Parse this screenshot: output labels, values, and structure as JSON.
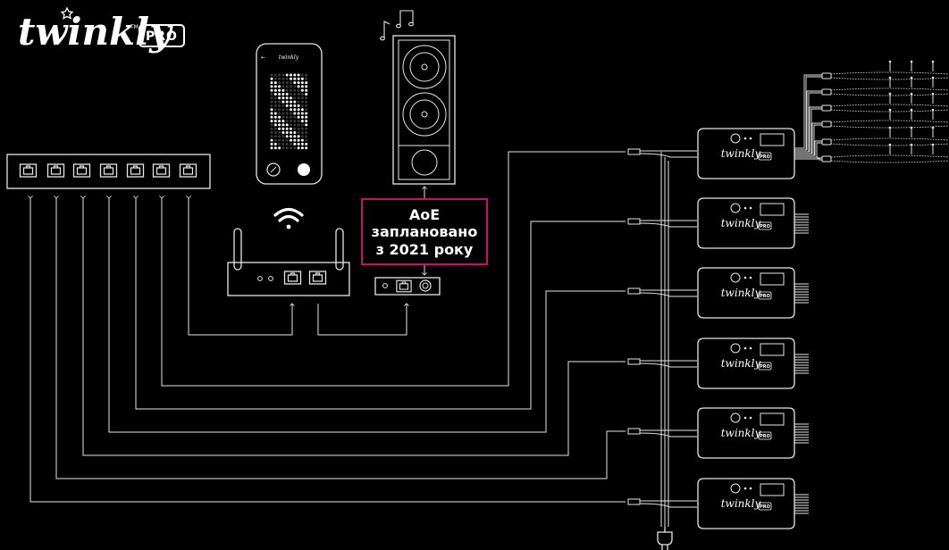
{
  "logo": {
    "word": "twinkly",
    "badge": "PRO",
    "tm": "TM"
  },
  "phone": {
    "app_title": "twinkly",
    "back_glyph": "←"
  },
  "note": {
    "line1": "AoE",
    "line2": "заплановано",
    "line3": "з 2021 року",
    "border_color": "#c0146d"
  },
  "controller": {
    "word": "twinkly",
    "badge": "PRO"
  },
  "colors": {
    "background": "#000000",
    "line": "#e6e6e6",
    "accent": "#c0146d"
  },
  "icons": [
    "wifi-icon",
    "music-note-icon",
    "arrow-up-icon",
    "power-plug-icon"
  ]
}
